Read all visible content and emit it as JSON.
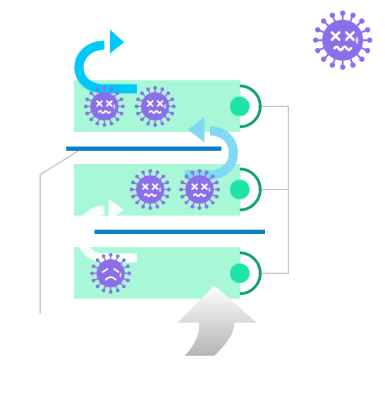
{
  "colors": {
    "background": "#ffffff",
    "panel": "#a8f7d6",
    "divider": "#0a7fc4",
    "virus_body": "#8b6fe8",
    "virus_face": "#ffffff",
    "droplet": "#c9d8ff",
    "arrow_bright": "#00c8f8",
    "arrow_light": "#7ed8f4",
    "arrow_white": "#ffffff",
    "uv_lamp": "#1ee4a7",
    "lamp_housing": "#0f9d78",
    "wire": "#c7c7c7",
    "intake_arrow_top": "#ffffff",
    "intake_arrow_bottom": "#b5b5b5"
  },
  "diagram": {
    "stages": [
      {
        "id": "stage-1",
        "virus_state": "dead",
        "virus_count": 2
      },
      {
        "id": "stage-2",
        "virus_state": "dead",
        "virus_count": 2
      },
      {
        "id": "stage-3",
        "virus_state": "weakened",
        "virus_count": 1
      }
    ],
    "corner_virus_state": "dead",
    "icons": [
      "virus-dead-icon",
      "virus-weakened-icon",
      "uv-lamp-icon",
      "airflow-arrow-icon",
      "intake-arrow-icon"
    ]
  }
}
